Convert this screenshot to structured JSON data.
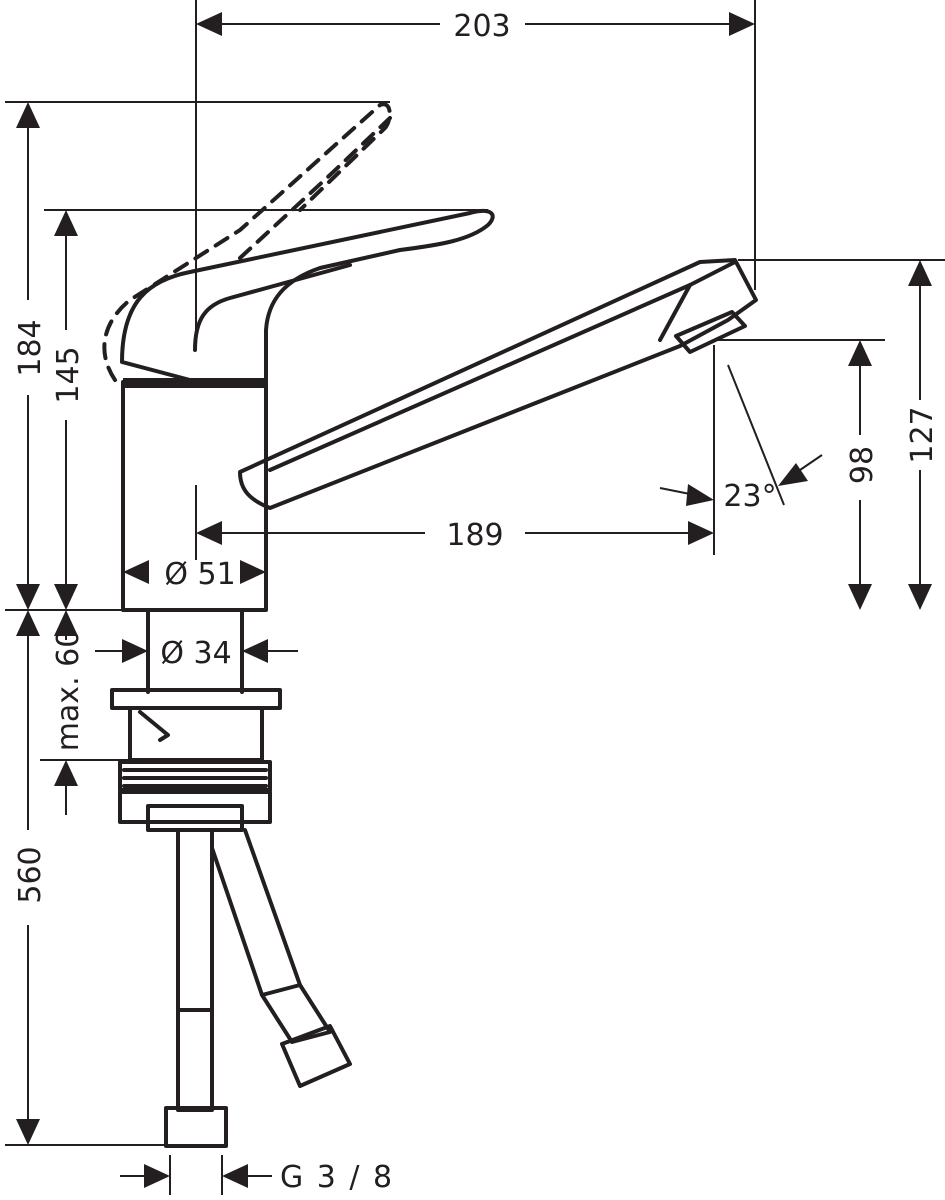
{
  "dimensions": {
    "overall_reach": "203",
    "total_height": "184",
    "lever_height": "145",
    "spout_reach": "189",
    "base_diameter": "Ø 51",
    "shank_diameter": "Ø 34",
    "max_deck_thickness": "max. 60",
    "spout_tip_height": "127",
    "aerator_height": "98",
    "jet_angle": "23°",
    "hose_length": "560",
    "connection_thread": "G 3 / 8"
  }
}
